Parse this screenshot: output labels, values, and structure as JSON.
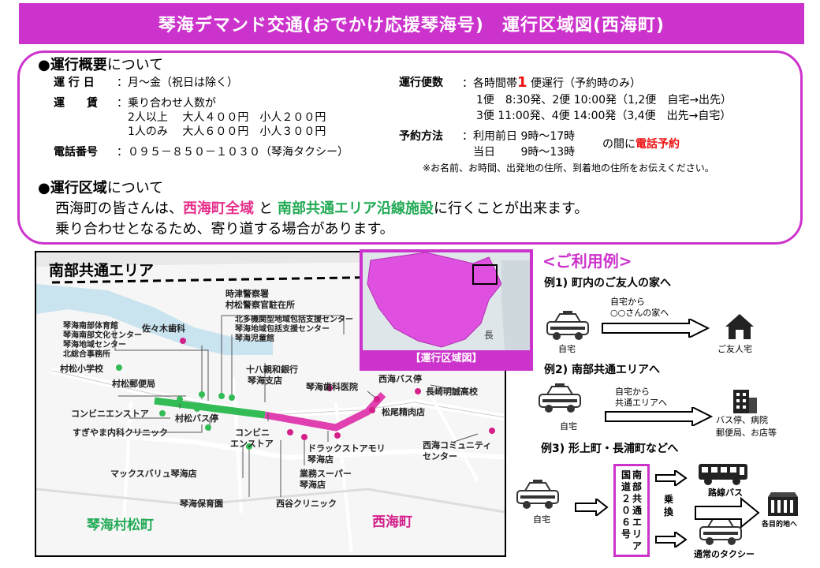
{
  "title": "琴海デマンド交通(おでかけ応援琴海号)　運行区域図(西海町)",
  "overview": {
    "heading_bullet": "●",
    "heading_bold": "運行概要",
    "heading_rest": "について",
    "days_label": "運 行 日",
    "days_value": "：月～金（祝日は除く）",
    "fare_label": "運　　賃",
    "fare_line1": "：乗り合わせ人数が",
    "fare_line2": "2人以上　 大人４００円　小人２００円",
    "fare_line3": "1人のみ　 大人６００円　小人３００円",
    "phone_label": "電話番号",
    "phone_value": "：０９５－８５０－１０３０（琴海タクシー）",
    "trips_label": "運行便数",
    "trips_pre": "：各時間帯",
    "trips_num": "1",
    "trips_post": " 便運行（予約時のみ）",
    "trips_line2": "1便　8:30発、2便 10:00発（1,2便　自宅→出先）",
    "trips_line3": "3便 11:00発、4便 14:00発（3,4便　出先→自宅）",
    "reserve_label": "予約方法",
    "reserve_line1": "：利用前日 9時～17時",
    "reserve_line2": "当日　　 9時～13時",
    "reserve_mid": "の間に",
    "reserve_red": "電話予約",
    "reserve_note": "※お名前、お時間、出発地の住所、到着地の住所をお伝えください。"
  },
  "area": {
    "heading_bullet": "●",
    "heading_bold": "運行区域",
    "heading_rest": "について",
    "line1_a": "西海町の皆さんは、",
    "line1_b": "西海町全域",
    "line1_c": "と",
    "line1_d": "南部共通エリア沿線施設",
    "line1_e": "に行くことが出来ます。",
    "line2": "乗り合わせとなるため、寄り道する場合があります。"
  },
  "map": {
    "south_area": "南部共通エリア",
    "inset_caption": "【運行区域図】",
    "inset_name": "長",
    "town1": "琴海村松町",
    "town2": "西海町",
    "labels": {
      "police1": "時津警察署",
      "police2": "村松警察官駐在所",
      "center1": "北多機関型地域包括支援センター",
      "center2": "琴海地域包括支援センター",
      "center3": "琴海児童館",
      "sasaki": "佐々木歯科",
      "branch1": "琴海南部体育館",
      "branch2": "琴海南部文化センター",
      "branch3": "琴海地域センター",
      "branch4": "北総合事務所",
      "school": "村松小学校",
      "bank1": "十八親和銀行",
      "bank2": "琴海支店",
      "post": "村松郵便局",
      "dental": "琴海歯科医院",
      "conv1": "コンビニエンストア",
      "busstop1": "村松バス停",
      "clinic1": "すぎやま内科クリニック",
      "conv2a": "コンビニ",
      "conv2b": "エンストア",
      "drug1": "ドラックストアモリ",
      "drug2": "琴海店",
      "maxvalu": "マックスバリュ琴海店",
      "super1": "業務スーパー",
      "super2": "琴海店",
      "nursery": "琴海保育園",
      "nishitani": "西谷クリニック",
      "busstop2": "西海バス停",
      "highschool": "長崎明誠高校",
      "matsuo": "松尾精肉店",
      "community1": "西海コミュニティ",
      "community2": "センター"
    }
  },
  "examples": {
    "heading": "<ご利用例>",
    "ex1": {
      "label": "例1) 町内のご友人の家へ",
      "arrow_top": "自宅から",
      "arrow_bottom": "○○さんの家へ",
      "from": "自宅",
      "to": "ご友人宅"
    },
    "ex2": {
      "label": "例2) 南部共通エリアへ",
      "arrow_top": "自宅から",
      "arrow_bottom": "共通エリアへ",
      "from": "自宅",
      "to1": "バス停、病院",
      "to2": "郵便局、お店等"
    },
    "ex3": {
      "label": "例3) 形上町・長浦町などへ",
      "from": "自宅",
      "route_chars": [
        "南",
        "部",
        "共",
        "通",
        "エ",
        "リ",
        "ア"
      ],
      "road_chars": [
        "国",
        "道",
        "２",
        "０",
        "６",
        "号"
      ],
      "transfer": [
        "乗",
        "換"
      ],
      "bus": "路線バス",
      "taxi": "通常のタクシー",
      "dest": "各目的地へ"
    }
  },
  "colors": {
    "magenta": "#cc33cc",
    "pink_route": "#e040b0",
    "green_route": "#33bb55",
    "red": "#ee1111"
  }
}
